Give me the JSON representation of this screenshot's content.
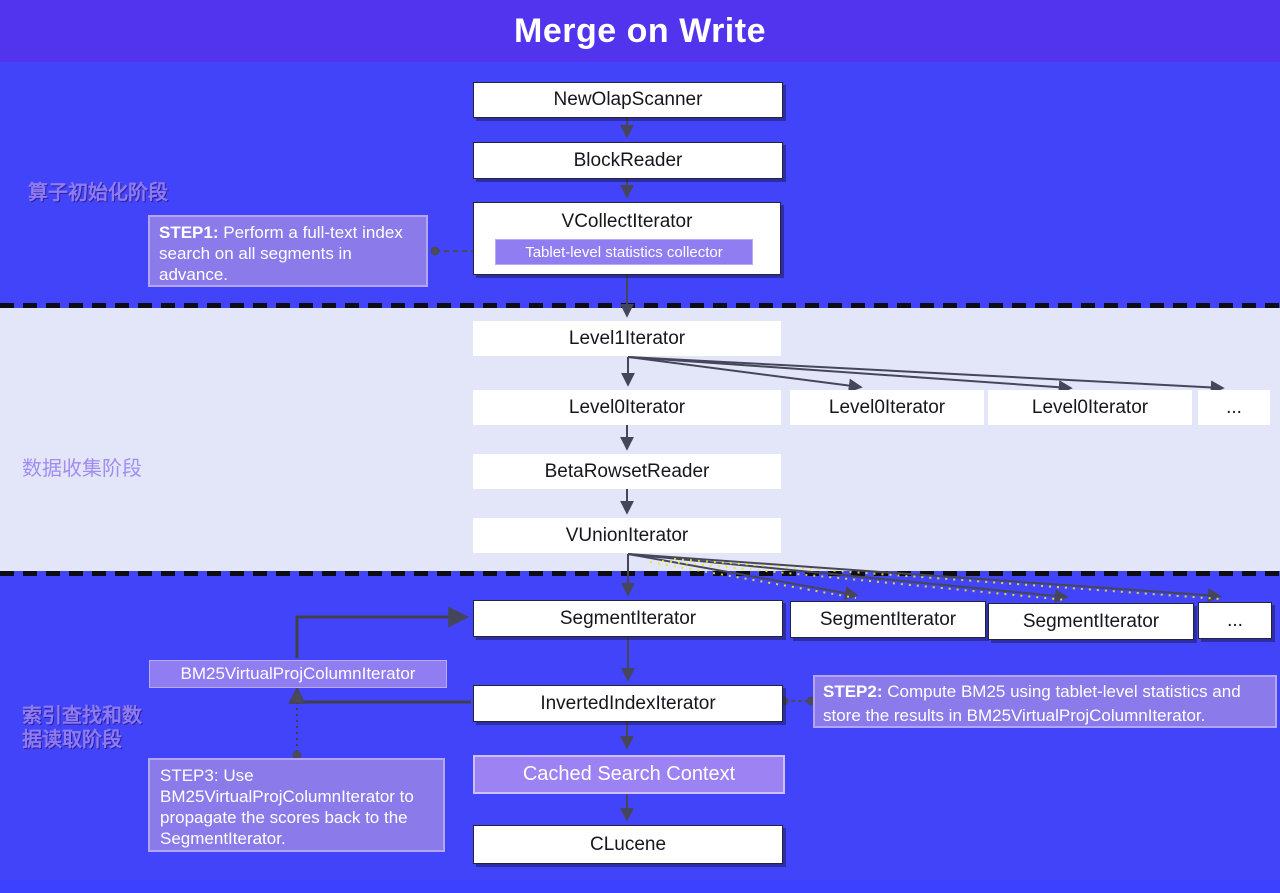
{
  "header": {
    "title": "Merge on Write"
  },
  "phases": {
    "init": {
      "label": "算子初始化阶段"
    },
    "collect": {
      "label": "数据收集阶段"
    },
    "index_read": {
      "label_line1": "索引查找和数",
      "label_line2": "据读取阶段"
    }
  },
  "nodes": {
    "new_olap_scanner": "NewOlapScanner",
    "block_reader": "BlockReader",
    "vcollect_iterator": "VCollectIterator",
    "tablet_collector": "Tablet-level statistics collector",
    "level1_iterator": "Level1Iterator",
    "level0_iterator_1": "Level0Iterator",
    "level0_iterator_2": "Level0Iterator",
    "level0_iterator_3": "Level0Iterator",
    "level0_ellipsis": "...",
    "beta_rowset_reader": "BetaRowsetReader",
    "vunion_iterator": "VUnionIterator",
    "segment_iterator_1": "SegmentIterator",
    "segment_iterator_2": "SegmentIterator",
    "segment_iterator_3": "SegmentIterator",
    "segment_ellipsis": "...",
    "bm25_iterator": "BM25VirtualProjColumnIterator",
    "inverted_index_iterator": "InvertedIndexIterator",
    "cached_search_context": "Cached Search Context",
    "clucene": "CLucene"
  },
  "steps": {
    "step1": {
      "prefix": "STEP1:",
      "text": " Perform a full-text index search on all segments in advance."
    },
    "step2": {
      "prefix": "STEP2:",
      "text": " Compute BM25 using tablet-level statistics and store the results in BM25VirtualProjColumnIterator."
    },
    "step3": {
      "prefix": "STEP3:",
      "text": " Use BM25VirtualProjColumnIterator to propagate the scores back to the SegmentIterator."
    }
  },
  "colors": {
    "header_bg": "#5234ee",
    "phase_bg_blue": "#4244fa",
    "phase_bg_light": "#e3e6f8",
    "footer_bg": "#3c41ff",
    "annotation_fill": "#8b7ae9",
    "annotation_border": "#b3a5f2",
    "node_purple": "#8f7df1",
    "cached_fill": "#9d82f3",
    "arrow": "#46465a",
    "highlight_yellow": "#e8e53a"
  }
}
